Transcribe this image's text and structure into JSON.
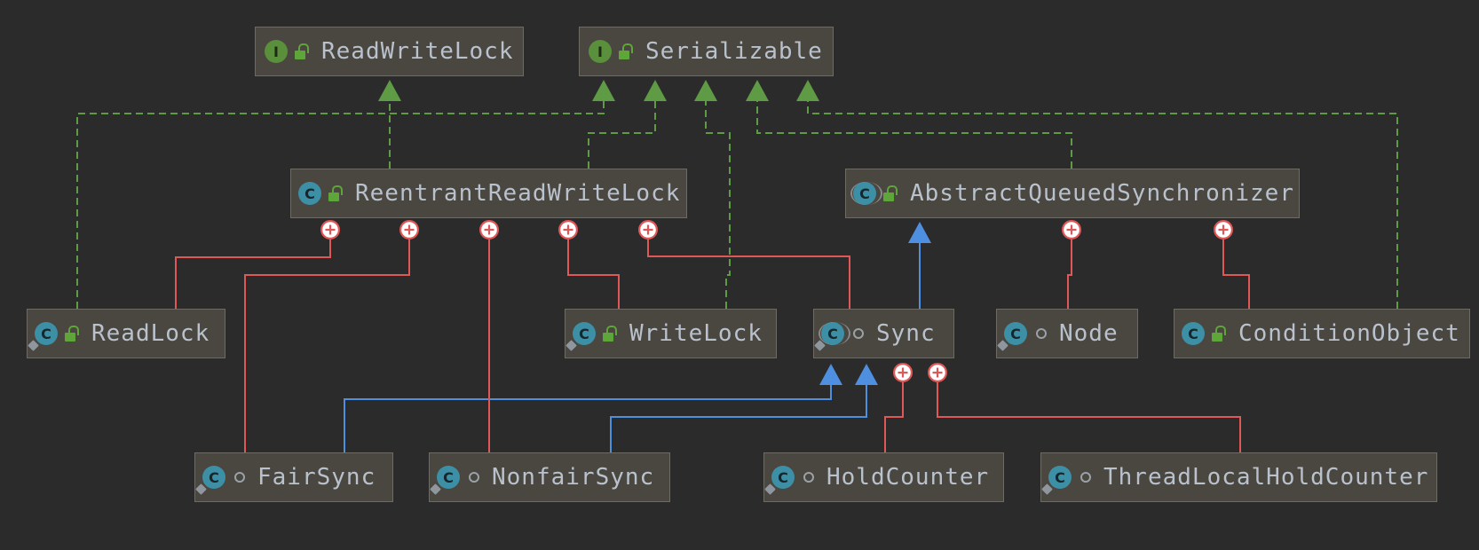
{
  "nodes": {
    "read_write_lock": {
      "label": "ReadWriteLock",
      "kind": "interface",
      "icon": "I"
    },
    "serializable": {
      "label": "Serializable",
      "kind": "interface",
      "icon": "I"
    },
    "reentrant_read_write_lock": {
      "label": "ReentrantReadWriteLock",
      "kind": "class",
      "icon": "C"
    },
    "abstract_queued_synchronizer": {
      "label": "AbstractQueuedSynchronizer",
      "kind": "abstract-class",
      "icon": "C"
    },
    "read_lock": {
      "label": "ReadLock",
      "kind": "class",
      "icon": "C"
    },
    "write_lock": {
      "label": "WriteLock",
      "kind": "class",
      "icon": "C"
    },
    "sync": {
      "label": "Sync",
      "kind": "abstract-class",
      "icon": "C"
    },
    "node": {
      "label": "Node",
      "kind": "class",
      "icon": "C"
    },
    "condition_object": {
      "label": "ConditionObject",
      "kind": "class",
      "icon": "C"
    },
    "fair_sync": {
      "label": "FairSync",
      "kind": "class",
      "icon": "C"
    },
    "nonfair_sync": {
      "label": "NonfairSync",
      "kind": "class",
      "icon": "C"
    },
    "hold_counter": {
      "label": "HoldCounter",
      "kind": "class",
      "icon": "C"
    },
    "thread_local_hold_counter": {
      "label": "ThreadLocalHoldCounter",
      "kind": "class",
      "icon": "C"
    }
  },
  "relations": [
    {
      "from": "reentrant_read_write_lock",
      "to": "read_write_lock",
      "type": "implements"
    },
    {
      "from": "read_lock",
      "to": "serializable",
      "type": "implements"
    },
    {
      "from": "reentrant_read_write_lock",
      "to": "serializable",
      "type": "implements"
    },
    {
      "from": "write_lock",
      "to": "serializable",
      "type": "implements"
    },
    {
      "from": "abstract_queued_synchronizer",
      "to": "serializable",
      "type": "implements"
    },
    {
      "from": "condition_object",
      "to": "serializable",
      "type": "implements"
    },
    {
      "from": "sync",
      "to": "abstract_queued_synchronizer",
      "type": "extends"
    },
    {
      "from": "fair_sync",
      "to": "sync",
      "type": "extends"
    },
    {
      "from": "nonfair_sync",
      "to": "sync",
      "type": "extends"
    },
    {
      "from": "read_lock",
      "to": "reentrant_read_write_lock",
      "type": "inner-class"
    },
    {
      "from": "fair_sync",
      "to": "reentrant_read_write_lock",
      "type": "inner-class"
    },
    {
      "from": "nonfair_sync",
      "to": "reentrant_read_write_lock",
      "type": "inner-class"
    },
    {
      "from": "write_lock",
      "to": "reentrant_read_write_lock",
      "type": "inner-class"
    },
    {
      "from": "sync",
      "to": "reentrant_read_write_lock",
      "type": "inner-class"
    },
    {
      "from": "node",
      "to": "abstract_queued_synchronizer",
      "type": "inner-class"
    },
    {
      "from": "condition_object",
      "to": "abstract_queued_synchronizer",
      "type": "inner-class"
    },
    {
      "from": "hold_counter",
      "to": "sync",
      "type": "inner-class"
    },
    {
      "from": "thread_local_hold_counter",
      "to": "sync",
      "type": "inner-class"
    }
  ],
  "colors": {
    "background": "#2b2b2b",
    "node_fill": "#4a4640",
    "implements_edge": "#5f9a45",
    "extends_edge": "#4f8fe0",
    "inner_class_edge": "#e05757",
    "interface_icon": "#5a8f3c",
    "class_icon": "#3d8fa6",
    "public_lock_icon": "#5ea53a"
  }
}
